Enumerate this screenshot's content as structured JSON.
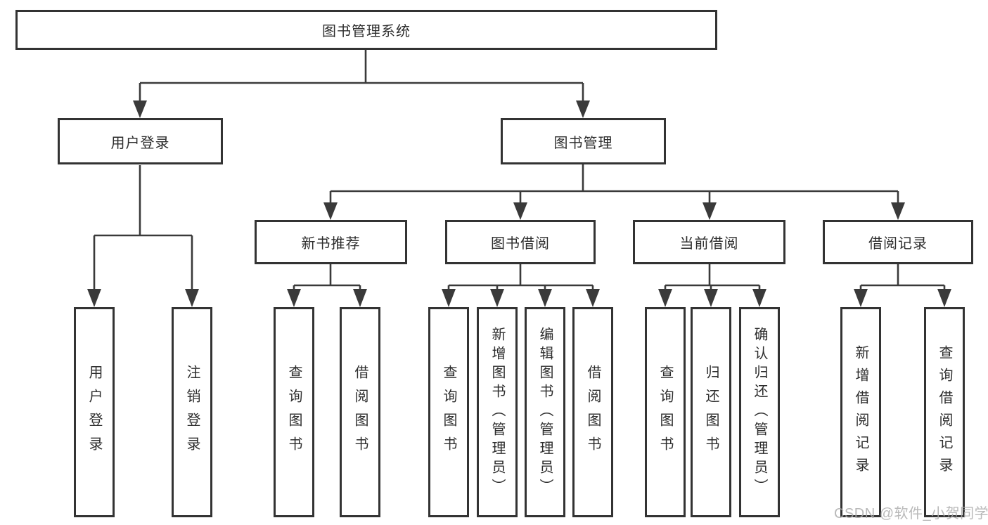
{
  "diagram": {
    "root": {
      "label": "图书管理系统"
    },
    "tier2": {
      "user_login": {
        "label": "用户登录"
      },
      "book_management": {
        "label": "图书管理"
      }
    },
    "tier3": {
      "new_book_recommend": {
        "label": "新书推荐"
      },
      "book_borrow": {
        "label": "图书借阅"
      },
      "current_borrow": {
        "label": "当前借阅"
      },
      "borrow_records": {
        "label": "借阅记录"
      }
    },
    "leaves": {
      "user_login": [
        "用户登录",
        "注销登录"
      ],
      "new_book_recommend": [
        "查询图书",
        "借阅图书"
      ],
      "book_borrow": [
        "查询图书",
        "新增图书（管理员）",
        "编辑图书（管理员）",
        "借阅图书"
      ],
      "current_borrow": [
        "查询图书",
        "归还图书",
        "确认归还（管理员）"
      ],
      "borrow_records": [
        "新增借阅记录",
        "查询借阅记录"
      ]
    },
    "colors": {
      "line": "#3a3a3a",
      "box_border": "#333333",
      "text": "#2d2d2d",
      "background": "#ffffff",
      "watermark": "#adadad"
    }
  },
  "watermark": {
    "text": "CSDN @软件_小贺同学"
  }
}
